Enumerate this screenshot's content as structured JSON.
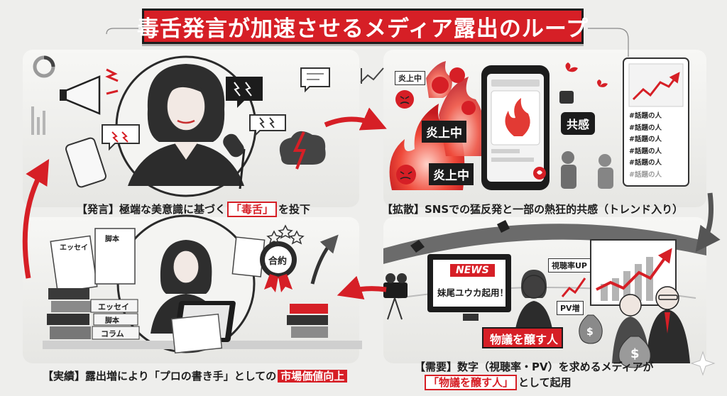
{
  "title": "毒舌発言が加速させるメディア露出のループ",
  "panels": {
    "statement": {
      "caption_prefix": "【発言】極端な美意識に基づく",
      "caption_highlight": "「毒舌」",
      "caption_suffix": "を投下"
    },
    "spread": {
      "caption": "【拡散】SNSでの猛反発と一部の熱狂的共感（トレンド入り）",
      "flame_label_1": "炎上中",
      "flame_label_2": "炎上中",
      "flame_label_3": "炎上中",
      "empathy_label": "共感",
      "trend_items": [
        "#話題の人",
        "#話題の人",
        "#話題の人",
        "#話題の人",
        "#話題の人",
        "#話題の人"
      ]
    },
    "demand": {
      "caption_line1": "【需要】数字（視聴率・PV）を求めるメディアが",
      "caption_line2_highlight": "「物議を醸す人」",
      "caption_line2_suffix": "として起用",
      "news_label": "NEWS",
      "news_headline": "妹尾ユウカ起用！",
      "ratings_label": "視聴率UP",
      "pv_label": "PV増",
      "banner_label": "物議を醸す人",
      "money_symbol": "$"
    },
    "results": {
      "caption_prefix": "【実績】露出増により「プロの書き手」としての",
      "caption_highlight": "市場価値向上",
      "paper_label_1": "エッセイ",
      "paper_label_2": "脚本",
      "book_label_1": "エッセイ",
      "book_label_2": "脚本",
      "book_label_3": "コラム",
      "badge_label": "合約"
    }
  },
  "colors": {
    "accent": "#d61f26",
    "dark": "#1c1c1c",
    "background": "#eeeeec"
  }
}
